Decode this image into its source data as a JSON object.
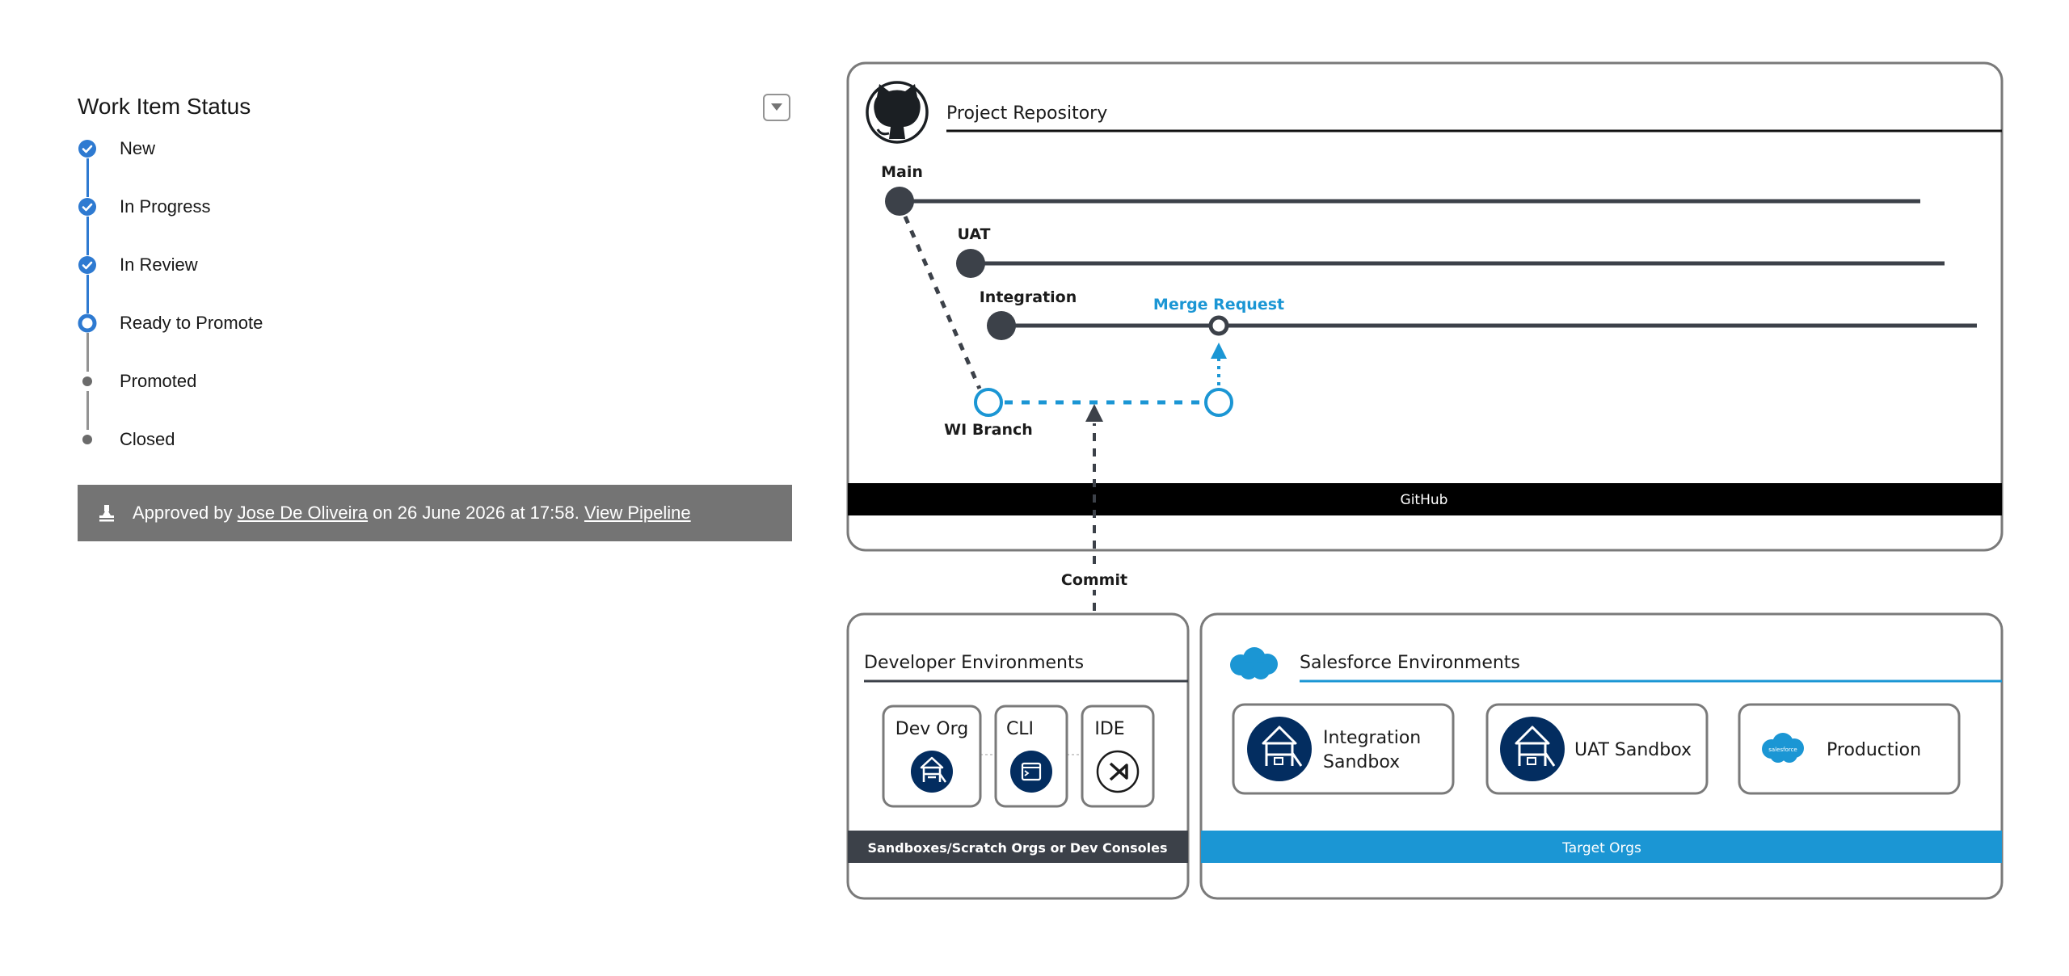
{
  "work_item_status": {
    "title": "Work Item Status",
    "steps": [
      {
        "label": "New",
        "state": "complete"
      },
      {
        "label": "In Progress",
        "state": "complete"
      },
      {
        "label": "In Review",
        "state": "complete"
      },
      {
        "label": "Ready to Promote",
        "state": "current"
      },
      {
        "label": "Promoted",
        "state": "pending"
      },
      {
        "label": "Closed",
        "state": "pending"
      }
    ],
    "approval": {
      "prefix": "Approved by",
      "approver": "Jose De Oliveira",
      "on_text": "on 26 June 2026 at 17:58.",
      "link": "View Pipeline"
    }
  },
  "repository": {
    "title": "Project Repository",
    "footer": "GitHub",
    "branches": {
      "main": "Main",
      "uat": "UAT",
      "integration": "Integration",
      "wi_branch": "WI Branch"
    },
    "merge_request": "Merge Request",
    "commit": "Commit"
  },
  "developer_environments": {
    "title": "Developer Environments",
    "tools": [
      "Dev Org",
      "CLI",
      "IDE"
    ],
    "footer": "Sandboxes/Scratch Orgs or Dev Consoles"
  },
  "salesforce_environments": {
    "title": "Salesforce Environments",
    "orgs": {
      "integration_line1": "Integration",
      "integration_line2": "Sandbox",
      "uat": "UAT Sandbox",
      "production": "Production",
      "production_logo": "salesforce"
    },
    "footer": "Target Orgs"
  },
  "colors": {
    "accent_blue": "#1b96d4",
    "step_blue": "#2e7ad1",
    "navy": "#032d60",
    "dark": "#3c4149",
    "approval_bar": "#747474"
  },
  "icons": [
    "chevron-down-icon",
    "check-icon",
    "stamp-icon",
    "github-icon",
    "salesforce-cloud-icon",
    "playground-icon",
    "terminal-icon",
    "vscode-icon"
  ]
}
